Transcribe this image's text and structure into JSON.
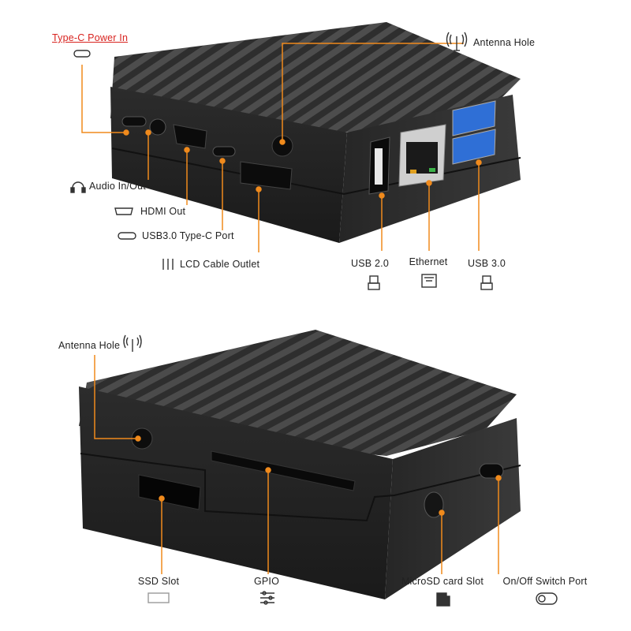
{
  "colors": {
    "leader": "#f08a1c",
    "case_dark": "#1f1f1f",
    "case_fin": "#3a3a3a",
    "usb3_blue": "#2f6fd6",
    "power_label": "#d8231f"
  },
  "top_view": {
    "labels": {
      "power": "Type-C Power In",
      "antenna": "Antenna Hole",
      "audio": "Audio In/Out",
      "hdmi": "HDMI Out",
      "usb_c": "USB3.0 Type-C Port",
      "lcd": "LCD Cable Outlet",
      "usb2": "USB 2.0",
      "ethernet": "Ethernet",
      "usb3": "USB 3.0"
    },
    "icons": [
      "usb-c-icon",
      "antenna-icon",
      "headphone-icon",
      "hdmi-icon",
      "usb-c-port-icon",
      "cable-icon",
      "usb-icon",
      "ethernet-icon",
      "usb-icon"
    ]
  },
  "bottom_view": {
    "labels": {
      "antenna": "Antenna Hole",
      "ssd": "SSD Slot",
      "gpio": "GPIO",
      "microsd": "MicroSD card Slot",
      "switch": "On/Off Switch Port"
    },
    "icons": [
      "antenna-icon",
      "ssd-icon",
      "gpio-icon",
      "microsd-icon",
      "toggle-icon"
    ]
  }
}
